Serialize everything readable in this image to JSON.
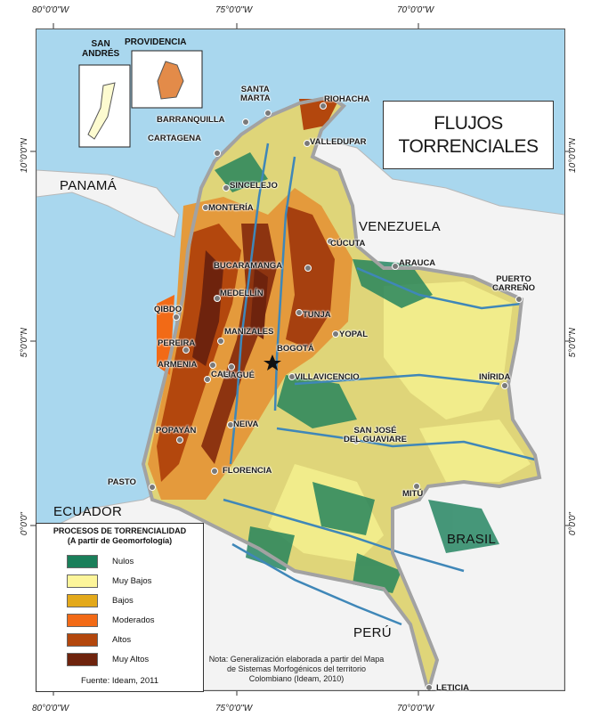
{
  "map": {
    "title_line1": "FLUJOS",
    "title_line2": "TORRENCIALES",
    "coords": {
      "top": [
        "80°0'0\"W",
        "75°0'0\"W",
        "70°0'0\"W"
      ],
      "bottom": [
        "80°0'0\"W",
        "75°0'0\"W",
        "70°0'0\"W"
      ],
      "left": [
        "10°0'0\"N",
        "5°0'0\"N",
        "0°0'0\""
      ],
      "right": [
        "10°0'0\"N",
        "5°0'0\"N",
        "0°0'0\""
      ]
    },
    "insets": {
      "san_andres_line1": "SAN",
      "san_andres_line2": "ANDRÉS",
      "providencia": "PROVIDENCIA"
    },
    "countries": {
      "panama": "PANAMÁ",
      "venezuela": "VENEZUELA",
      "ecuador": "ECUADOR",
      "brasil": "BRASIL",
      "peru": "PERÚ"
    },
    "cities": {
      "santa_marta_1": "SANTA",
      "santa_marta_2": "MARTA",
      "riohacha": "RIOHACHA",
      "barranquilla": "BARRANQUILLA",
      "cartagena": "CARTAGENA",
      "valledupar": "VALLEDUPAR",
      "sincelejo": "SINCELEJO",
      "monteria": "MONTERÍA",
      "cucuta": "CÚCUTA",
      "arauca": "ARAUCA",
      "bucaramanga": "BUCARAMANGA",
      "puerto_carreno_1": "PUERTO",
      "puerto_carreno_2": "CARREÑO",
      "medellin": "MEDELLÍN",
      "quibdo": "QIBDO",
      "tunja": "TUNJA",
      "manizales": "MANIZALES",
      "yopal": "YOPAL",
      "pereira": "PEREIRA",
      "bogota": "BOGOTÁ",
      "armenia": "ARMENIA",
      "ibague": "IBAGUÉ",
      "villavicencio": "VILLAVICENCIO",
      "inirida": "INÍRIDA",
      "cali": "CALI",
      "neiva": "NEIVA",
      "popayan": "POPAYÁN",
      "san_jose_1": "SAN JOSÉ",
      "san_jose_2": "DEL GUAVIARE",
      "florencia": "FLORENCIA",
      "pasto": "PASTO",
      "mitu": "MITÚ",
      "leticia": "LETICIA"
    }
  },
  "legend": {
    "title_line1": "PROCESOS DE TORRENCIALIDAD",
    "title_line2": "(A partir de Geomorfología)",
    "items": [
      {
        "label": "Nulos",
        "color": "#1a7f5a"
      },
      {
        "label": "Muy Bajos",
        "color": "#fdf59a"
      },
      {
        "label": "Bajos",
        "color": "#e3a91b"
      },
      {
        "label": "Moderados",
        "color": "#f26a16"
      },
      {
        "label": "Altos",
        "color": "#b3470d"
      },
      {
        "label": "Muy Altos",
        "color": "#6e230d"
      }
    ],
    "source": "Fuente: Ideam, 2011"
  },
  "note": {
    "line1": "Nota: Generalización elaborada a partir del Mapa",
    "line2": "de Sistemas  Morfogénicos del territorio",
    "line3": "Colombiano (Ideam, 2010)"
  },
  "colors": {
    "sea": "#a9d7ee",
    "foreign_land": "#f3f3f3",
    "rivers": "#3f87b8",
    "border": "#8c8c8c"
  }
}
